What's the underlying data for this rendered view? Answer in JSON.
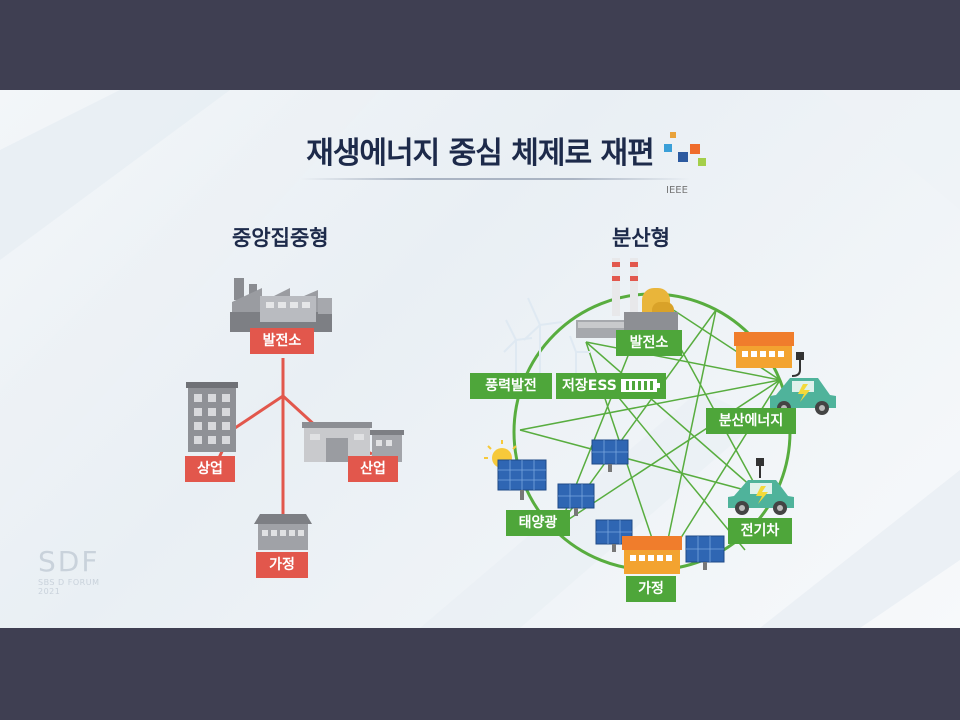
{
  "title": "재생에너지 중심 체제로 재편",
  "source": "IEEE",
  "centralized": {
    "heading": "중앙집중형",
    "plant": "발전소",
    "commercial": "상업",
    "industrial": "산업",
    "home": "가정"
  },
  "distributed": {
    "heading": "분산형",
    "plant": "발전소",
    "wind": "풍력발전",
    "storage": "저장ESS",
    "distributed_energy": "분산에너지",
    "solar": "태양광",
    "ev": "전기차",
    "home": "가정"
  },
  "watermark": {
    "logo": "SDF",
    "text": "SBS D FORUM",
    "year": "2021"
  },
  "colors": {
    "red_label": "#e2574c",
    "green_label": "#4ea63a",
    "title": "#1d2a4a",
    "frame": "#3f3f52"
  }
}
